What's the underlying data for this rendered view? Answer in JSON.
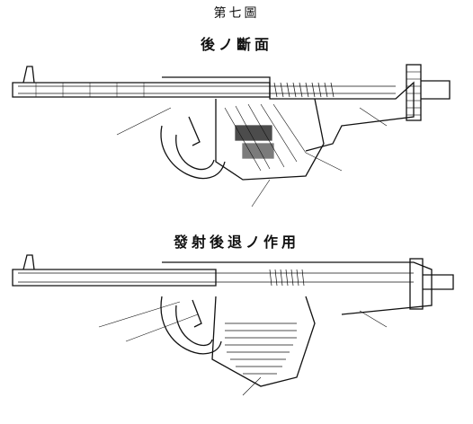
{
  "figure": {
    "label": "第七圖",
    "caption_top": "後ノ斷面",
    "caption_bottom": "發射後退ノ作用"
  },
  "colors": {
    "ink": "#111111",
    "paper": "#ffffff"
  }
}
